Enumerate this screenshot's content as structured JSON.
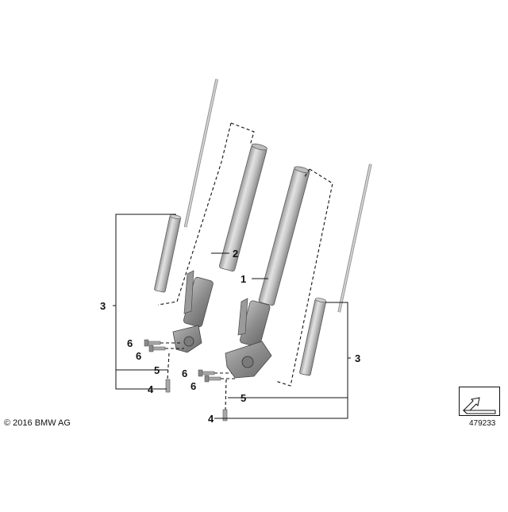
{
  "callouts": {
    "c1": "1",
    "c2": "2",
    "c3_left": "3",
    "c3_right": "3",
    "c4_left": "4",
    "c4_right": "4",
    "c5_left": "5",
    "c5_right": "5",
    "c6_left_a": "6",
    "c6_left_b": "6",
    "c6_right_a": "6",
    "c6_right_b": "6"
  },
  "footer": {
    "copyright": "© 2016 BMW AG",
    "diagram_id": "479233"
  },
  "colors": {
    "tube_light": "#dcdcdc",
    "tube_mid": "#b4b4b4",
    "tube_dark": "#8c8c8c",
    "outline": "#5a5a5a",
    "cast_dark": "#6e6e6e"
  }
}
